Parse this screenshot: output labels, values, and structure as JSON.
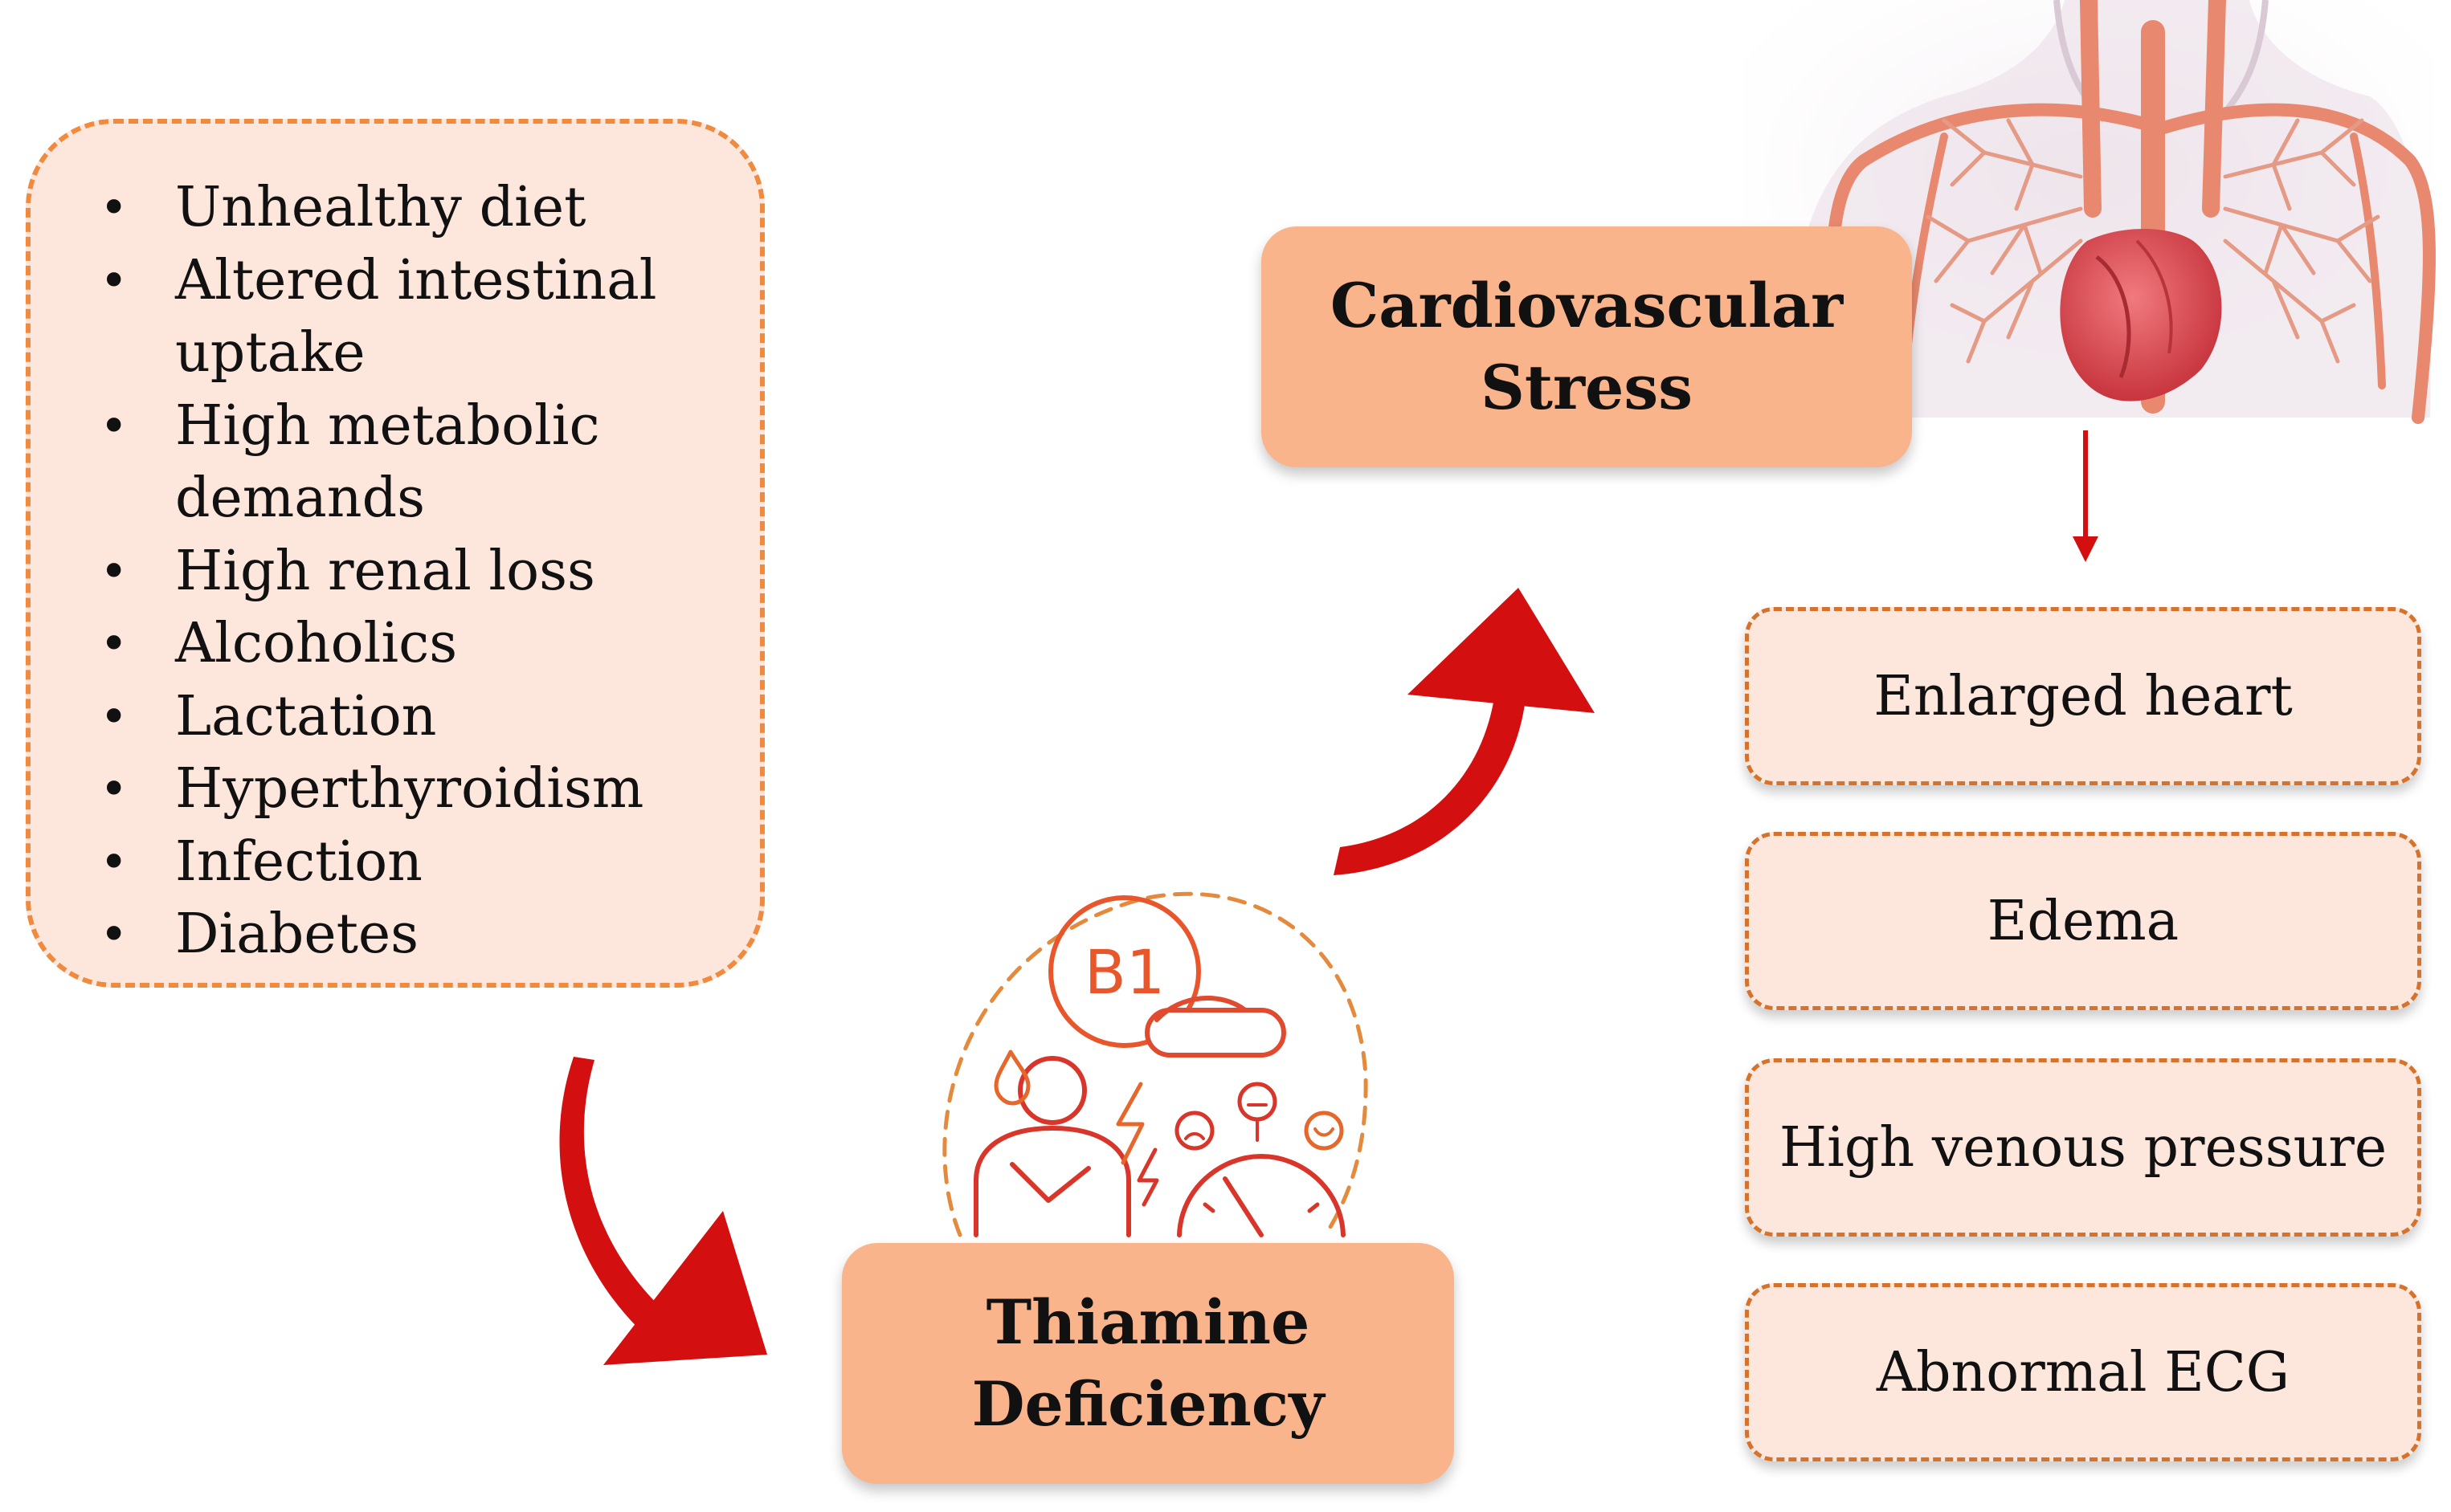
{
  "causes": {
    "items": [
      "Unhealthy diet",
      "Altered intestinal uptake",
      "High metabolic demands",
      "High renal loss",
      "Alcoholics",
      "Lactation",
      "Hyperthyroidism",
      "Infection",
      "Diabetes"
    ]
  },
  "nodes": {
    "thiamine": "Thiamine Deficiency",
    "cardio": "Cardiovascular Stress"
  },
  "effects": [
    "Enlarged heart",
    "Edema",
    "High venous pressure",
    "Abnormal ECG"
  ],
  "icon": {
    "b1_label": "B1",
    "name": "vitamin-b1-deficiency-icon"
  },
  "illustration": {
    "name": "circulatory-system-illustration"
  },
  "colors": {
    "arrow_red": "#d40f0f",
    "node_fill": "#f9b48b",
    "box_fill": "#fde6dc",
    "dash_orange": "#f08a3e",
    "icon_red": "#e23a2a"
  }
}
